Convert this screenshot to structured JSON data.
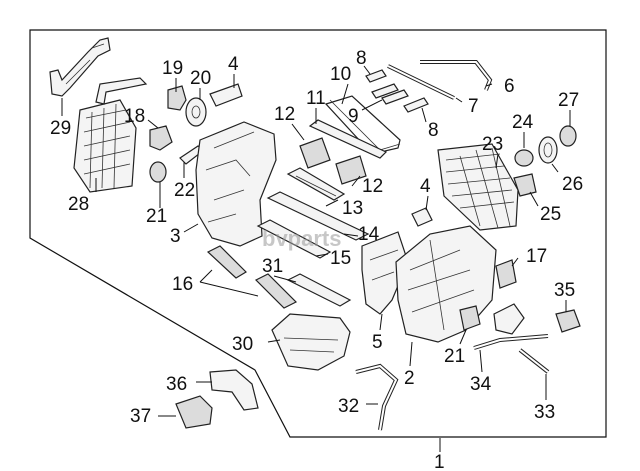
{
  "diagram": {
    "watermark": "bvparts",
    "assembly_callout": "1",
    "callouts": [
      {
        "id": "c29",
        "label": "29"
      },
      {
        "id": "c28",
        "label": "28"
      },
      {
        "id": "c19",
        "label": "19"
      },
      {
        "id": "c20",
        "label": "20"
      },
      {
        "id": "c4a",
        "label": "4"
      },
      {
        "id": "c18",
        "label": "18"
      },
      {
        "id": "c22",
        "label": "22"
      },
      {
        "id": "c21a",
        "label": "21"
      },
      {
        "id": "c3",
        "label": "3"
      },
      {
        "id": "c8a",
        "label": "8"
      },
      {
        "id": "c10",
        "label": "10"
      },
      {
        "id": "c11",
        "label": "11"
      },
      {
        "id": "c9",
        "label": "9"
      },
      {
        "id": "c12a",
        "label": "12"
      },
      {
        "id": "c12b",
        "label": "12"
      },
      {
        "id": "c13",
        "label": "13"
      },
      {
        "id": "c14",
        "label": "14"
      },
      {
        "id": "c15",
        "label": "15"
      },
      {
        "id": "c16",
        "label": "16"
      },
      {
        "id": "c31",
        "label": "31"
      },
      {
        "id": "c30",
        "label": "30"
      },
      {
        "id": "c6",
        "label": "6"
      },
      {
        "id": "c7",
        "label": "7"
      },
      {
        "id": "c8b",
        "label": "8"
      },
      {
        "id": "c27",
        "label": "27"
      },
      {
        "id": "c24",
        "label": "24"
      },
      {
        "id": "c23",
        "label": "23"
      },
      {
        "id": "c26",
        "label": "26"
      },
      {
        "id": "c4b",
        "label": "4"
      },
      {
        "id": "c25",
        "label": "25"
      },
      {
        "id": "c17",
        "label": "17"
      },
      {
        "id": "c35",
        "label": "35"
      },
      {
        "id": "c5",
        "label": "5"
      },
      {
        "id": "c21b",
        "label": "21"
      },
      {
        "id": "c2",
        "label": "2"
      },
      {
        "id": "c34",
        "label": "34"
      },
      {
        "id": "c33",
        "label": "33"
      },
      {
        "id": "c32",
        "label": "32"
      },
      {
        "id": "c36",
        "label": "36"
      },
      {
        "id": "c37",
        "label": "37"
      }
    ]
  }
}
